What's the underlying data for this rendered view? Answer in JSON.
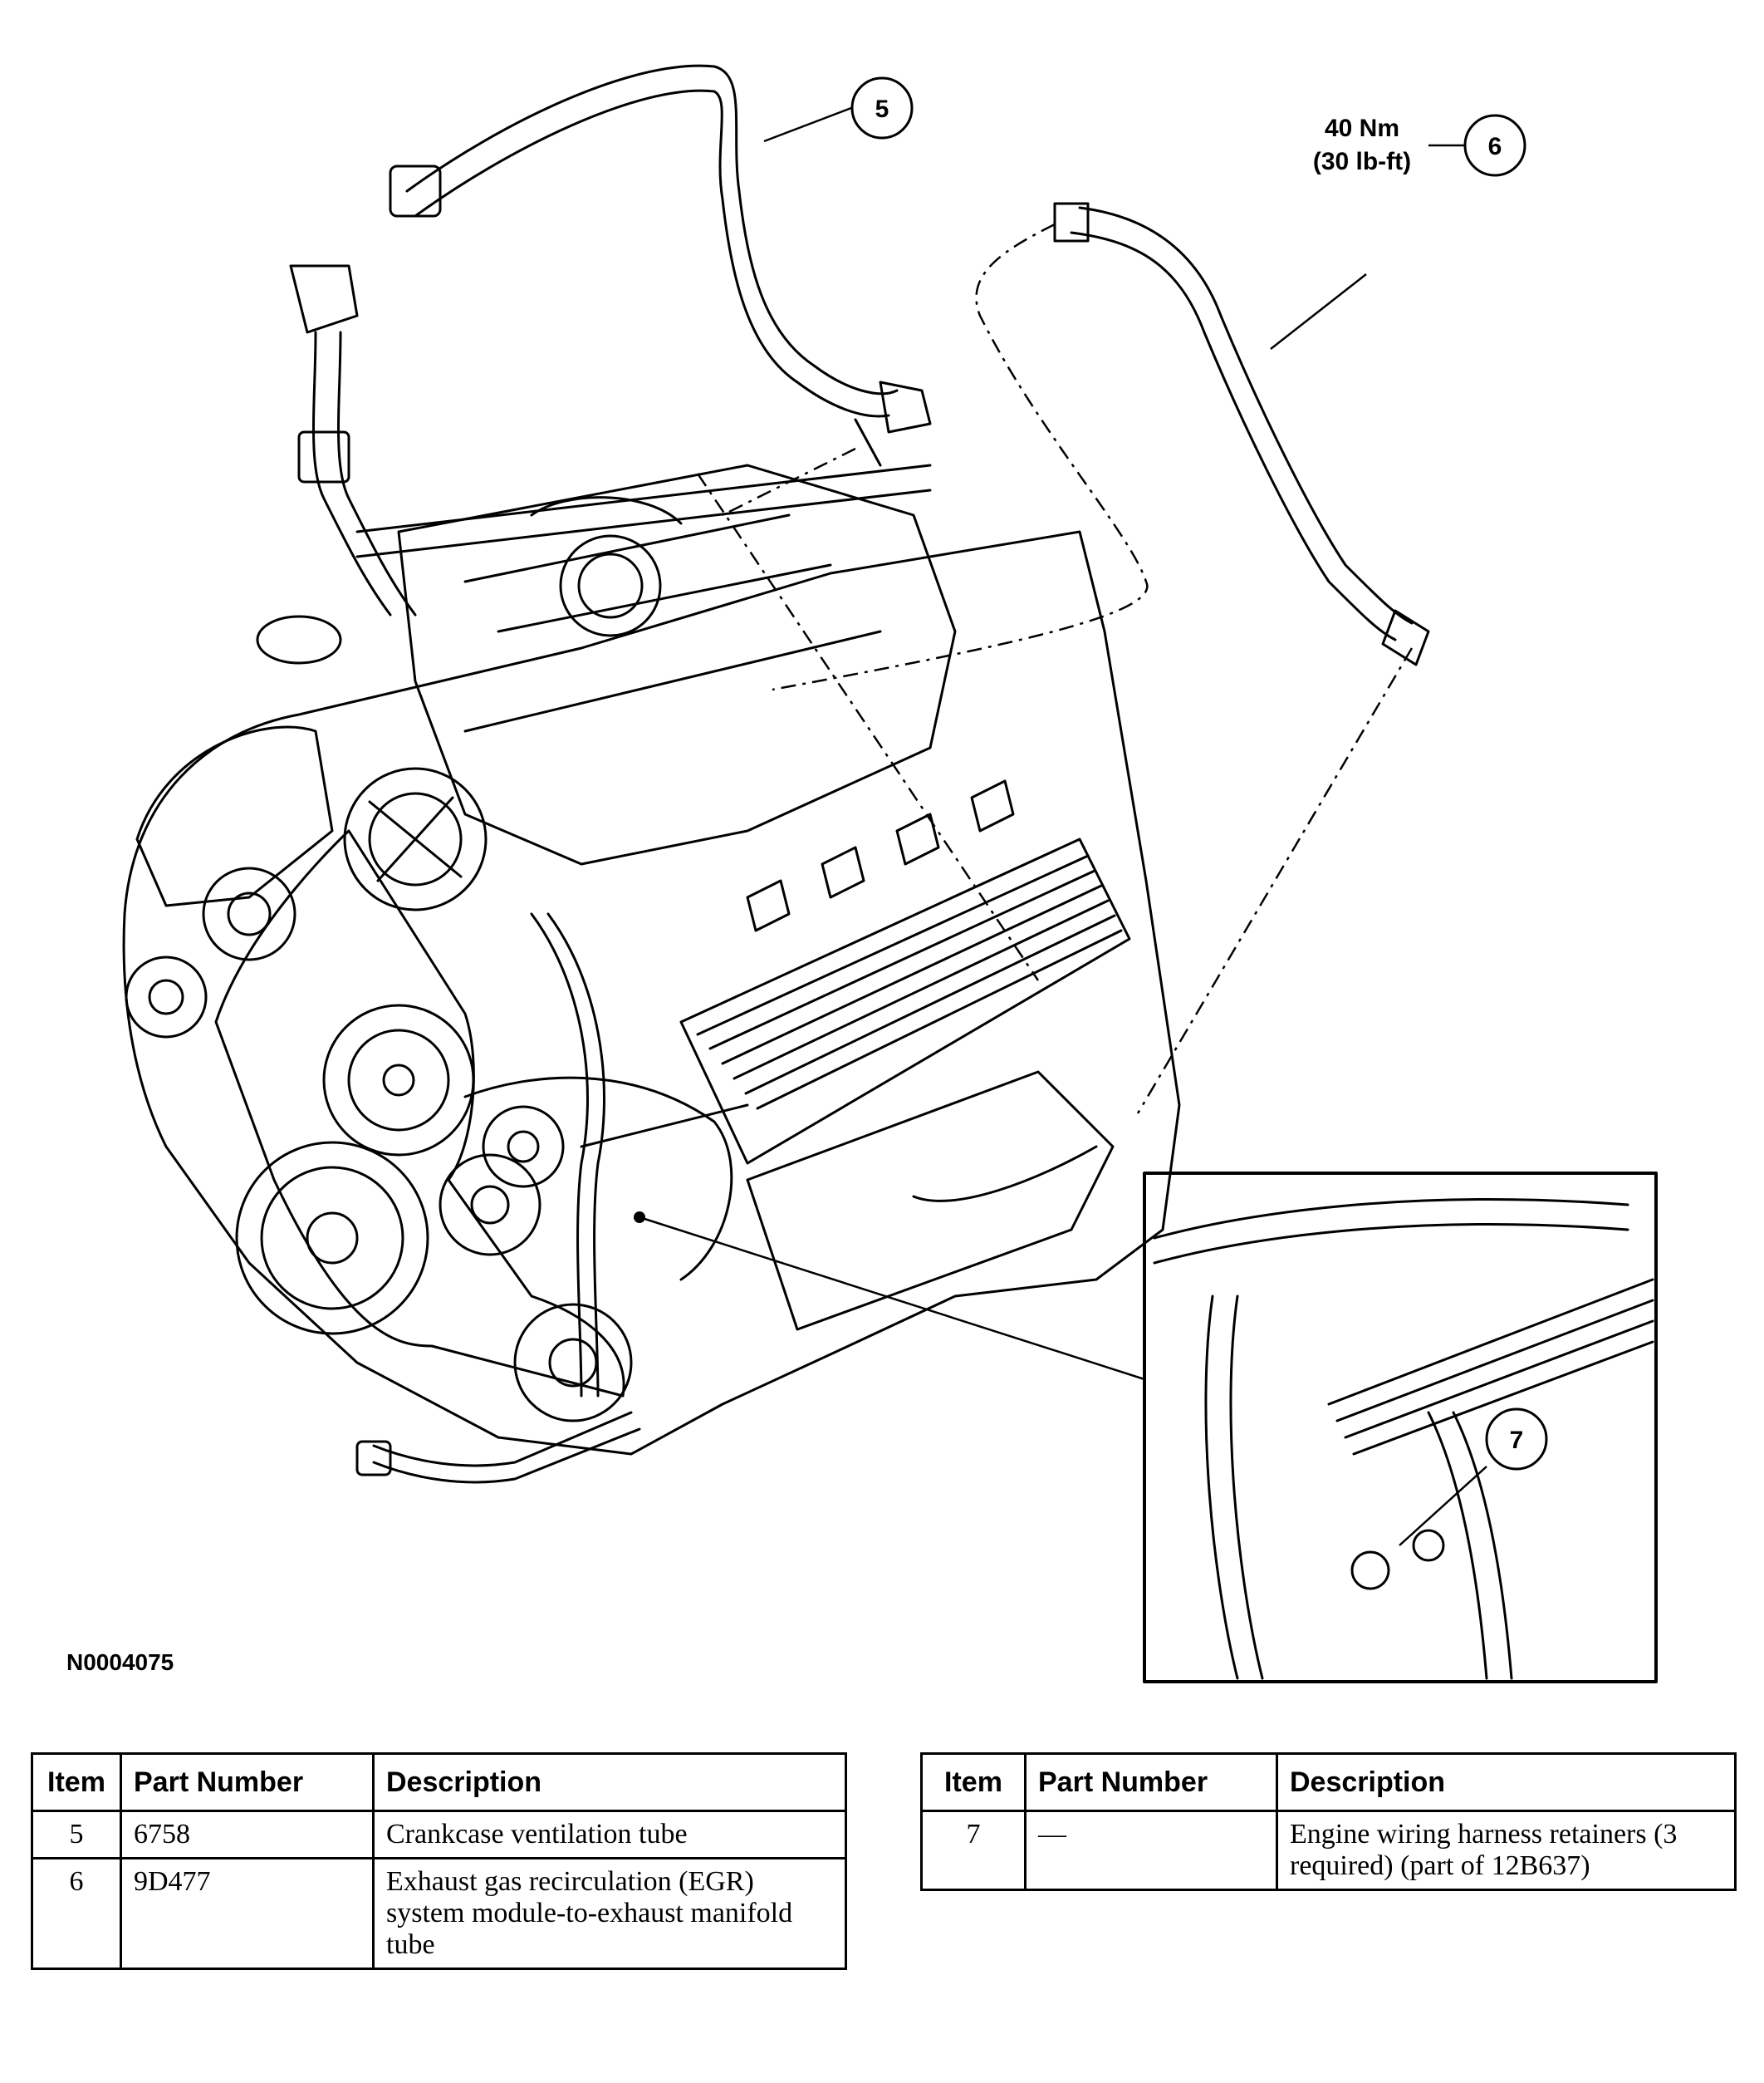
{
  "figure_id": "N0004075",
  "callouts": {
    "item5": "5",
    "item6": "6",
    "item7": "7",
    "torque_nm": "40 Nm",
    "torque_lbft": "(30 lb-ft)"
  },
  "tables": [
    {
      "headers": [
        "Item",
        "Part Number",
        "Description"
      ],
      "rows": [
        {
          "item": "5",
          "part_number": "6758",
          "description": "Crankcase ventilation tube"
        },
        {
          "item": "6",
          "part_number": "9D477",
          "description": "Exhaust gas recirculation (EGR) system module-to-exhaust manifold tube"
        }
      ]
    },
    {
      "headers": [
        "Item",
        "Part Number",
        "Description"
      ],
      "rows": [
        {
          "item": "7",
          "part_number": "—",
          "description": "Engine wiring harness retainers (3 required) (part of 12B637)"
        }
      ]
    }
  ]
}
